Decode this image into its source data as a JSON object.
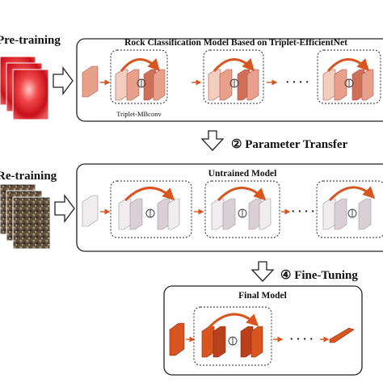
{
  "stages": [
    {
      "id": "pretraining",
      "label": "Pre-training"
    },
    {
      "id": "retraining",
      "label": "Re-training"
    }
  ],
  "boxes": {
    "rock_model": {
      "title": "Rock Classification Model Based on Triplet-EfficientNet",
      "block_caption": "Triplet-MBconv"
    },
    "untrained": {
      "title": "Untrained Model"
    },
    "final": {
      "title": "Final Model"
    }
  },
  "steps": {
    "parameter_transfer": {
      "symbol": "②",
      "label": "Parameter Transfer"
    },
    "fine_tuning": {
      "symbol": "④",
      "label": "Fine-Tuning"
    }
  },
  "ellipsis": "· · · ·",
  "colors": {
    "pink_light": "#f3cdbf",
    "pink_mid": "#e8a08a",
    "pink_dark": "#cf6f57",
    "gray_light": "#f1ecee",
    "gray_mid": "#d9cfd4",
    "orange": "#d9551f",
    "orange_dark": "#b8401a",
    "arrow": "#e07a3e"
  }
}
